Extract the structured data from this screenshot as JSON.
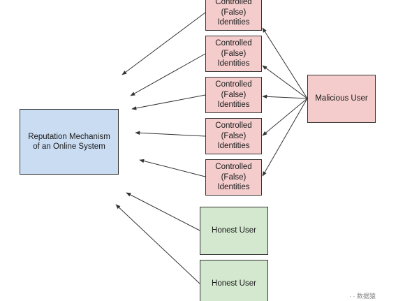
{
  "diagram": {
    "reputation": {
      "label": "Reputation Mechanism\nof an Online System"
    },
    "controlled": [
      {
        "label": "Controlled\n(False)\nIdentities"
      },
      {
        "label": "Controlled\n(False)\nIdentities"
      },
      {
        "label": "Controlled\n(False)\nIdentities"
      },
      {
        "label": "Controlled\n(False)\nIdentities"
      },
      {
        "label": "Controlled\n(False)\nIdentities"
      }
    ],
    "malicious": {
      "label": "Malicious User"
    },
    "honest": [
      {
        "label": "Honest User"
      },
      {
        "label": "Honest User"
      }
    ],
    "watermark": "· · 数据猿"
  },
  "colors": {
    "reputation_fill": "#c9dcf2",
    "controlled_fill": "#f4cccc",
    "malicious_fill": "#f4cccc",
    "honest_fill": "#d4e8cf",
    "border": "#333333",
    "arrow": "#333333"
  }
}
